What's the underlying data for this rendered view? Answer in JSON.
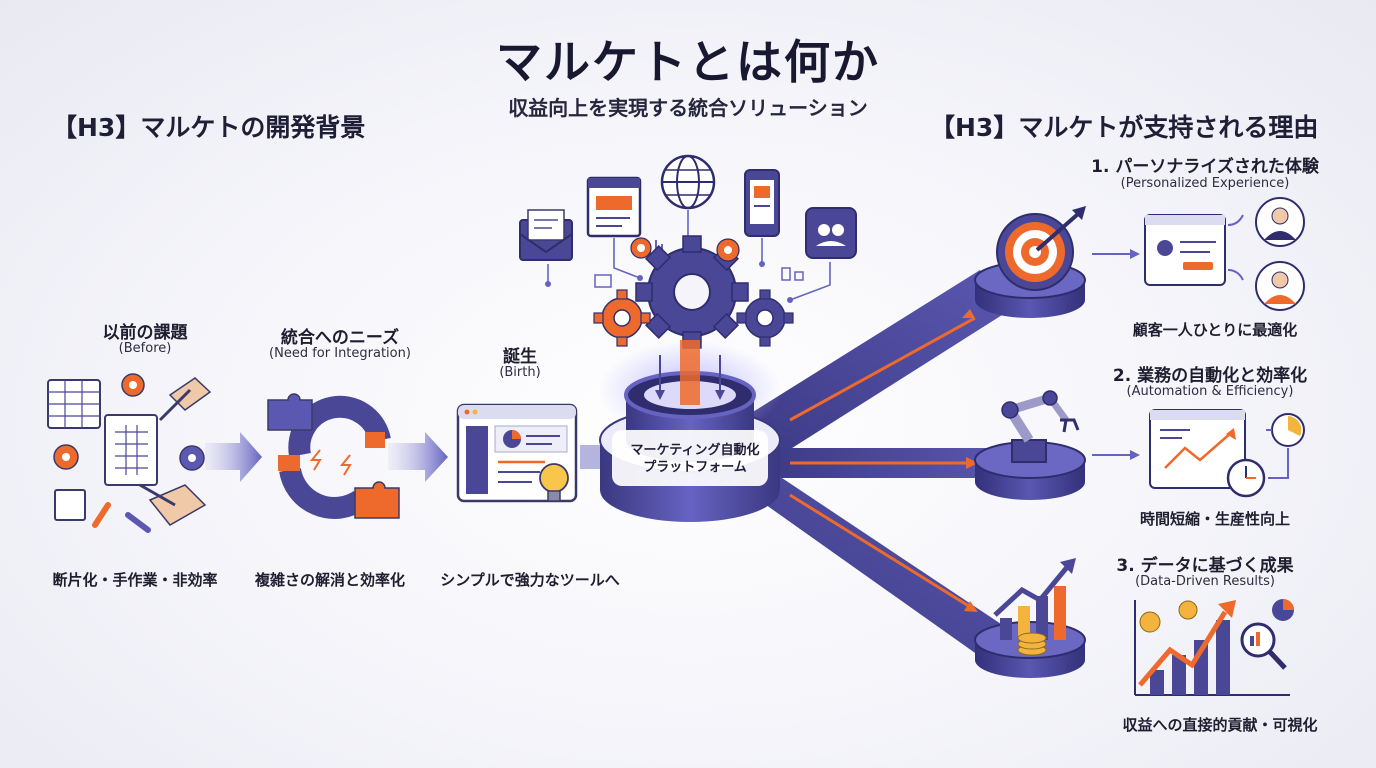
{
  "header": {
    "title": "マルケトとは何か",
    "subtitle": "収益向上を実現する統合ソリューション"
  },
  "left_section": {
    "heading": "【H3】マルケトの開発背景",
    "steps": [
      {
        "title": "以前の課題",
        "subtitle": "(Before)",
        "caption": "断片化・手作業・非効率"
      },
      {
        "title": "統合へのニーズ",
        "subtitle": "(Need for Integration)",
        "caption": "複雑さの解消と効率化"
      },
      {
        "title": "誕生",
        "subtitle": "(Birth)",
        "caption": "シンプルで強力なツールへ"
      }
    ]
  },
  "hub": {
    "line1": "マーケティング自動化",
    "line2": "プラットフォーム"
  },
  "right_section": {
    "heading": "【H3】マルケトが支持される理由",
    "reasons": [
      {
        "title": "1. パーソナライズされた体験",
        "subtitle": "(Personalized Experience)",
        "caption": "顧客一人ひとりに最適化"
      },
      {
        "title": "2. 業務の自動化と効率化",
        "subtitle": "(Automation & Efficiency)",
        "caption": "時間短縮・生産性向上"
      },
      {
        "title": "3. データに基づく成果",
        "subtitle": "(Data-Driven Results)",
        "caption": "収益への直接的貢献・可視化"
      }
    ]
  },
  "colors": {
    "primary": "#4a4896",
    "dark": "#2f2d6e",
    "accent": "#ee6a2c",
    "light": "#dcdcf0"
  }
}
